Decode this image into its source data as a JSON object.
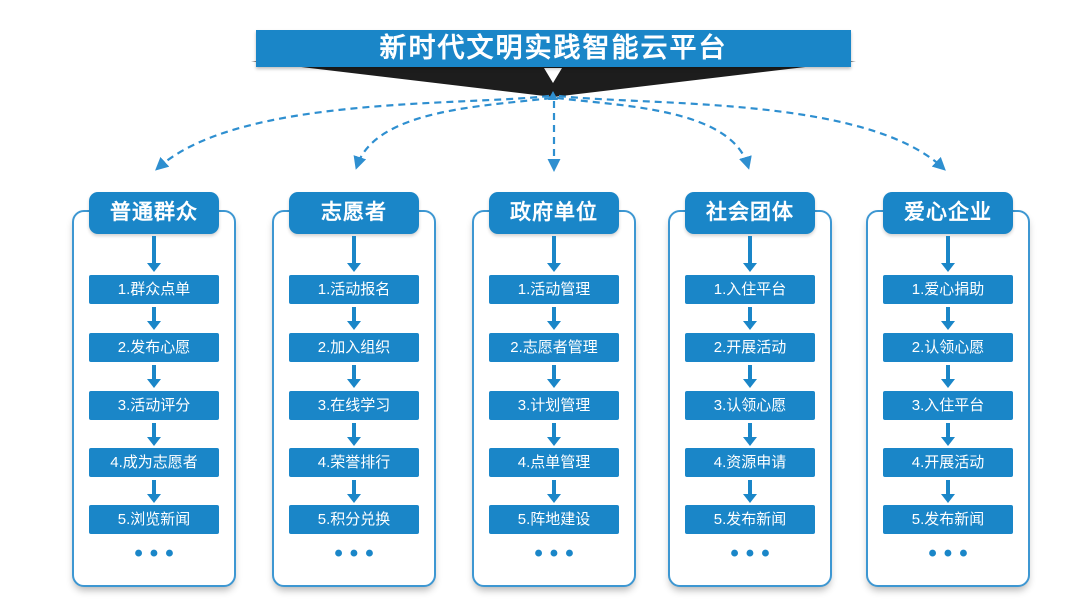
{
  "title": "新时代文明实践智能云平台",
  "more_label": "•••",
  "colors": {
    "primary": "#1a86c8",
    "connector": "#2e8fd0",
    "ribbon": "#1d1d1d",
    "container_border": "#3d97d2"
  },
  "columns": [
    {
      "title": "普通群众",
      "items": [
        "1.群众点单",
        "2.发布心愿",
        "3.活动评分",
        "4.成为志愿者",
        "5.浏览新闻"
      ]
    },
    {
      "title": "志愿者",
      "items": [
        "1.活动报名",
        "2.加入组织",
        "3.在线学习",
        "4.荣誉排行",
        "5.积分兑换"
      ]
    },
    {
      "title": "政府单位",
      "items": [
        "1.活动管理",
        "2.志愿者管理",
        "3.计划管理",
        "4.点单管理",
        "5.阵地建设"
      ]
    },
    {
      "title": "社会团体",
      "items": [
        "1.入住平台",
        "2.开展活动",
        "3.认领心愿",
        "4.资源申请",
        "5.发布新闻"
      ]
    },
    {
      "title": "爱心企业",
      "items": [
        "1.爱心捐助",
        "2.认领心愿",
        "3.入住平台",
        "4.开展活动",
        "5.发布新闻"
      ]
    }
  ]
}
